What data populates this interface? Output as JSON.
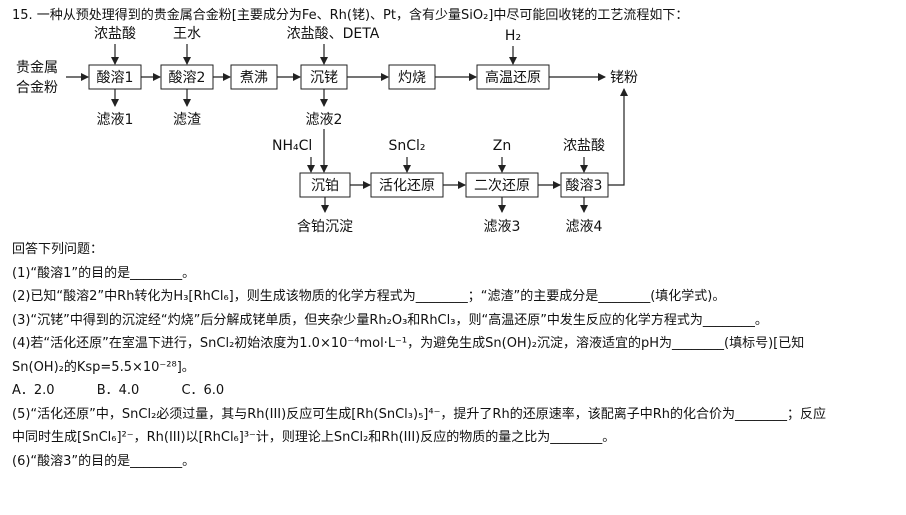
{
  "header": {
    "question_intro": "15. 一种从预处理得到的贵金属合金粉[主要成分为Fe、Rh(铑)、Pt，含有少量SiO₂]中尽可能回收铑的工艺流程如下："
  },
  "flow": {
    "start": [
      "贵金属",
      "合金粉"
    ],
    "boxes": {
      "acid1": "酸溶1",
      "acid2": "酸溶2",
      "boil": "煮沸",
      "precip_rh": "沉铑",
      "burn": "灼烧",
      "high_temp_reduce": "高温还原",
      "precip_pt": "沉铂",
      "activate_reduce": "活化还原",
      "second_reduce": "二次还原",
      "acid3": "酸溶3"
    },
    "reagents": {
      "conc_hcl_1": "浓盐酸",
      "aqua_regia": "王水",
      "conc_hcl_deta": "浓盐酸、DETA",
      "h2": "H₂",
      "nh4cl": "NH₄Cl",
      "sncl2": "SnCl₂",
      "zn": "Zn",
      "conc_hcl_2": "浓盐酸"
    },
    "outputs": {
      "filtrate1": "滤液1",
      "residue": "滤渣",
      "filtrate2": "滤液2",
      "rh_powder": "铑粉",
      "pt_precipitate": "含铂沉淀",
      "filtrate3": "滤液3",
      "filtrate4": "滤液4"
    }
  },
  "questions": {
    "prompt": "回答下列问题：",
    "q1": "(1)“酸溶1”的目的是________。",
    "q2": "(2)已知“酸溶2”中Rh转化为H₃[RhCl₆]，则生成该物质的化学方程式为________；“滤渣”的主要成分是________(填化学式)。",
    "q3": "(3)“沉铑”中得到的沉淀经“灼烧”后分解成铑单质，但夹杂少量Rh₂O₃和RhCl₃，则“高温还原”中发生反应的化学方程式为________。",
    "q4a": "(4)若“活化还原”在室温下进行，SnCl₂初始浓度为1.0×10⁻⁴mol·L⁻¹，为避免生成Sn(OH)₂沉淀，溶液适宜的pH为________(填标号)[已知",
    "q4b": "Sn(OH)₂的Ksp=5.5×10⁻²⁸]。",
    "options": [
      "A．2.0",
      "B．4.0",
      "C．6.0"
    ],
    "q5a": "(5)“活化还原”中，SnCl₂必须过量，其与Rh(III)反应可生成[Rh(SnCl₃)₅]⁴⁻，提升了Rh的还原速率，该配离子中Rh的化合价为________；反应",
    "q5b": "中同时生成[SnCl₆]²⁻，Rh(III)以[RhCl₆]³⁻计，则理论上SnCl₂和Rh(III)反应的物质的量之比为________。",
    "q6": "(6)“酸溶3”的目的是________。"
  }
}
